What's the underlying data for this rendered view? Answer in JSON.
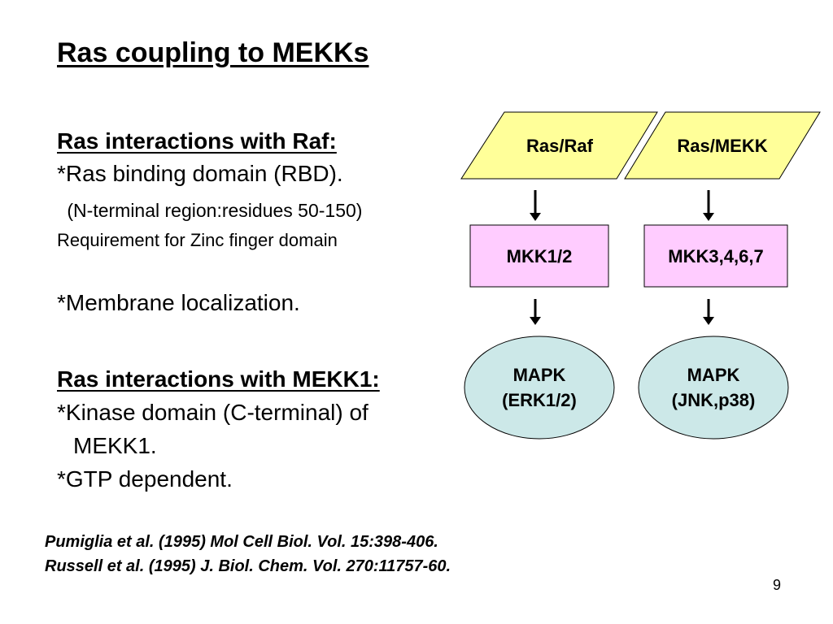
{
  "slide": {
    "title": "Ras coupling to MEKKs",
    "page_number": "9"
  },
  "left_text": {
    "raf_heading": "Ras interactions with Raf: ",
    "raf_line1": "*Ras binding domain (RBD).",
    "raf_line2": " (N-terminal region:residues 50-150)",
    "raf_line3": "Requirement for Zinc finger domain",
    "raf_line4": "*Membrane localization.",
    "mekk_heading": "Ras interactions with MEKK1:",
    "mekk_line1": "*Kinase domain (C-terminal) of",
    "mekk_line2": "MEKK1.",
    "mekk_line3": "*GTP dependent."
  },
  "references": [
    "Pumiglia et al. (1995) Mol Cell Biol. Vol. 15:398-406.",
    "Russell et al. (1995) J. Biol. Chem. Vol. 270:11757-60."
  ],
  "diagram": {
    "colors": {
      "parallelogram_fill": "#FFFF99",
      "box_fill": "#FFCCFF",
      "ellipse_fill": "#CCE8E8",
      "stroke": "#000000"
    },
    "top_nodes": [
      "Ras/Raf",
      "Ras/MEKK"
    ],
    "middle_nodes": [
      "MKK1/2",
      "MKK3,4,6,7"
    ],
    "bottom_nodes": [
      {
        "line1": "MAPK",
        "line2": "(ERK1/2)"
      },
      {
        "line1": "MAPK",
        "line2": "(JNK,p38)"
      }
    ]
  }
}
